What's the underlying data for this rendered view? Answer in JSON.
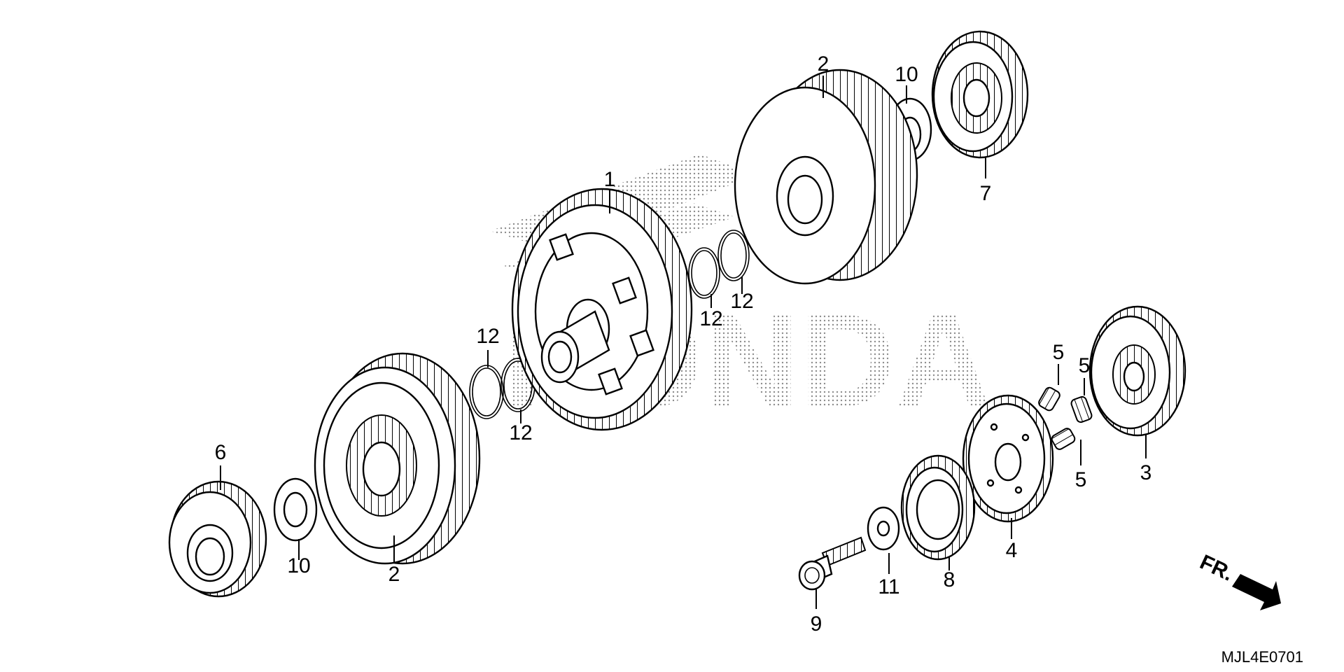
{
  "diagram": {
    "diagram_code": "MJL4E0701",
    "direction_label": "FR.",
    "watermark": "HONDA",
    "callouts": [
      {
        "id": "c1",
        "label": "1"
      },
      {
        "id": "c2a",
        "label": "2"
      },
      {
        "id": "c2b",
        "label": "2"
      },
      {
        "id": "c3",
        "label": "3"
      },
      {
        "id": "c4",
        "label": "4"
      },
      {
        "id": "c5a",
        "label": "5"
      },
      {
        "id": "c5b",
        "label": "5"
      },
      {
        "id": "c5c",
        "label": "5"
      },
      {
        "id": "c6",
        "label": "6"
      },
      {
        "id": "c7",
        "label": "7"
      },
      {
        "id": "c8",
        "label": "8"
      },
      {
        "id": "c9",
        "label": "9"
      },
      {
        "id": "c10a",
        "label": "10"
      },
      {
        "id": "c10b",
        "label": "10"
      },
      {
        "id": "c11",
        "label": "11"
      },
      {
        "id": "c12a",
        "label": "12"
      },
      {
        "id": "c12b",
        "label": "12"
      },
      {
        "id": "c12c",
        "label": "12"
      },
      {
        "id": "c12d",
        "label": "12"
      }
    ],
    "colors": {
      "line": "#000000",
      "background": "#ffffff",
      "watermark": "#9a9a9a"
    }
  }
}
